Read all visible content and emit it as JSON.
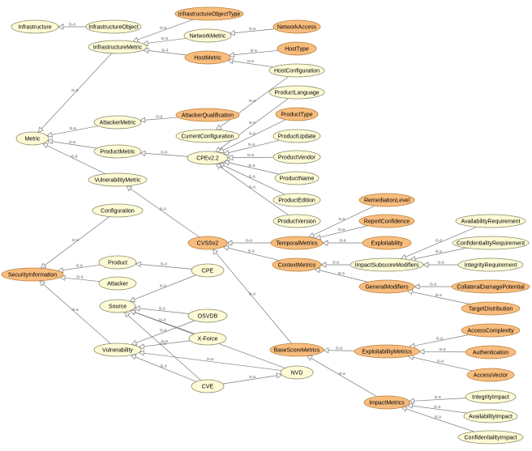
{
  "colors": {
    "class": "#fdfbd6",
    "classStroke": "#8a8a6a",
    "highlight": "#f8bd7e",
    "highlightStroke": "#b8803c",
    "edge": "#7a7a7a",
    "edgeLabel": "#666666"
  },
  "edge_label": "is-a",
  "nodes": {
    "Infrastructure": {
      "label": "Infrastructure",
      "style": "class"
    },
    "InfrastructureObject": {
      "label": "InfrastructureObject",
      "style": "class"
    },
    "InfrastructureObjectType": {
      "label": "InfrastructureObjectType",
      "style": "highlight"
    },
    "InfrastructureMetric": {
      "label": "InfrastructureMetric",
      "style": "class"
    },
    "NetworkMetric": {
      "label": "NetworkMetric",
      "style": "class"
    },
    "NetworkAccess": {
      "label": "NetworkAccess",
      "style": "highlight"
    },
    "HostMetric": {
      "label": "HostMetric",
      "style": "highlight"
    },
    "HostType": {
      "label": "HostType",
      "style": "highlight"
    },
    "HostConfiguration": {
      "label": "HostConfiguration",
      "style": "class"
    },
    "ProductLanguage": {
      "label": "ProductLanguage",
      "style": "class"
    },
    "AttackerMetric": {
      "label": "AttackerMetric",
      "style": "class"
    },
    "AttackerQualification": {
      "label": "AttackerQualification",
      "style": "highlight"
    },
    "ProductType": {
      "label": "ProductType",
      "style": "highlight"
    },
    "Metric": {
      "label": "Metric",
      "style": "class"
    },
    "CurrentConfiguration": {
      "label": "CurrentConfiguration",
      "style": "class"
    },
    "ProductUpdate": {
      "label": "ProductUpdate",
      "style": "class"
    },
    "ProductMetric": {
      "label": "ProductMetric",
      "style": "class"
    },
    "CPEv22": {
      "label": "CPEv2.2",
      "style": "class"
    },
    "ProductVendor": {
      "label": "ProductVendor",
      "style": "class"
    },
    "VulnerabilityMetric": {
      "label": "VulnerabilityMetric",
      "style": "class"
    },
    "ProductName": {
      "label": "ProductName",
      "style": "class"
    },
    "ProductEdition": {
      "label": "ProductEdition",
      "style": "class"
    },
    "RemediationLevel": {
      "label": "RemediationLevel",
      "style": "highlight"
    },
    "Configuration": {
      "label": "Configuration",
      "style": "class"
    },
    "ProductVersion": {
      "label": "ProductVersion",
      "style": "class"
    },
    "ReportConfidence": {
      "label": "ReportConfidence",
      "style": "highlight"
    },
    "AvailabilityRequirement": {
      "label": "AvailabilityRequirement",
      "style": "class"
    },
    "CVSSv2": {
      "label": "CVSSv2",
      "style": "highlight"
    },
    "TemporalMetrics": {
      "label": "TemporalMetrics",
      "style": "highlight"
    },
    "Exploitability": {
      "label": "Exploitability",
      "style": "highlight"
    },
    "ConfidentialityRequirement": {
      "label": "ConfidentialityRequirement",
      "style": "class"
    },
    "Product": {
      "label": "Product",
      "style": "class"
    },
    "CPE": {
      "label": "CPE",
      "style": "class"
    },
    "ContextMetrics": {
      "label": "ContextMetrics",
      "style": "highlight"
    },
    "ImpactSubscoreModifiers": {
      "label": "ImpactSubscoreModifiers",
      "style": "class"
    },
    "IntegrityRequirement": {
      "label": "IntegrityRequirement",
      "style": "class"
    },
    "SecurityInformation": {
      "label": "SecurityInformation",
      "style": "highlight"
    },
    "Attacker": {
      "label": "Attacker",
      "style": "class"
    },
    "GeneralModifiers": {
      "label": "GeneralModifiers",
      "style": "highlight"
    },
    "CollateralDamagePotential": {
      "label": "CollateralDamagePotential",
      "style": "highlight"
    },
    "Source": {
      "label": "Source",
      "style": "class"
    },
    "TargetDistribution": {
      "label": "TargetDistribution",
      "style": "highlight"
    },
    "OSVDB": {
      "label": "OSVDB",
      "style": "class"
    },
    "AccessComplexity": {
      "label": "AccessComplexity",
      "style": "highlight"
    },
    "XForce": {
      "label": "X-Force",
      "style": "class"
    },
    "Vulnerability": {
      "label": "Vulnerability",
      "style": "class"
    },
    "BaseScoreMetrics": {
      "label": "BaseScoreMetrics",
      "style": "highlight"
    },
    "ExploitabilityMetrics": {
      "label": "ExploitabilityMetrics",
      "style": "highlight"
    },
    "Authentication": {
      "label": "Authentication",
      "style": "highlight"
    },
    "NVD": {
      "label": "NVD",
      "style": "class"
    },
    "AccessVector": {
      "label": "AccessVector",
      "style": "highlight"
    },
    "CVE": {
      "label": "CVE",
      "style": "class"
    },
    "ImpactMetrics": {
      "label": "ImpactMetrics",
      "style": "highlight"
    },
    "IntegrityImpact": {
      "label": "IntegrityImpact",
      "style": "class"
    },
    "AvailabilityImpact": {
      "label": "AvailabilityImpact",
      "style": "class"
    },
    "ConfidentialityImpact": {
      "label": "ConfidentialityImpact",
      "style": "class"
    }
  },
  "edges": [
    [
      "InfrastructureObject",
      "Infrastructure"
    ],
    [
      "InfrastructureMetric",
      "Metric"
    ],
    [
      "NetworkMetric",
      "InfrastructureMetric"
    ],
    [
      "HostMetric",
      "InfrastructureMetric"
    ],
    [
      "InfrastructureObjectType",
      "InfrastructureMetric"
    ],
    [
      "NetworkAccess",
      "NetworkMetric"
    ],
    [
      "HostType",
      "HostMetric"
    ],
    [
      "HostConfiguration",
      "HostMetric"
    ],
    [
      "AttackerMetric",
      "Metric"
    ],
    [
      "AttackerQualification",
      "AttackerMetric"
    ],
    [
      "ProductMetric",
      "Metric"
    ],
    [
      "VulnerabilityMetric",
      "Metric"
    ],
    [
      "CPEv22",
      "ProductMetric"
    ],
    [
      "ProductLanguage",
      "CPEv22"
    ],
    [
      "ProductType",
      "CPEv22"
    ],
    [
      "ProductUpdate",
      "CPEv22"
    ],
    [
      "ProductVendor",
      "CPEv22"
    ],
    [
      "ProductName",
      "CPEv22"
    ],
    [
      "ProductEdition",
      "CPEv22"
    ],
    [
      "ProductVersion",
      "CPEv22"
    ],
    [
      "HostConfiguration",
      "CurrentConfiguration"
    ],
    [
      "CVSSv2",
      "VulnerabilityMetric"
    ],
    [
      "Configuration",
      "SecurityInformation"
    ],
    [
      "Product",
      "SecurityInformation"
    ],
    [
      "Attacker",
      "SecurityInformation"
    ],
    [
      "Vulnerability",
      "SecurityInformation"
    ],
    [
      "CPE",
      "Product"
    ],
    [
      "OSVDB",
      "Source"
    ],
    [
      "XForce",
      "Source"
    ],
    [
      "NVD",
      "Source"
    ],
    [
      "CPE",
      "Source"
    ],
    [
      "CVE",
      "Source"
    ],
    [
      "OSVDB",
      "Vulnerability"
    ],
    [
      "XForce",
      "Vulnerability"
    ],
    [
      "NVD",
      "Vulnerability"
    ],
    [
      "CVE",
      "Vulnerability"
    ],
    [
      "CVE",
      "NVD"
    ],
    [
      "TemporalMetrics",
      "CVSSv2"
    ],
    [
      "ContextMetrics",
      "CVSSv2"
    ],
    [
      "BaseScoreMetrics",
      "CVSSv2"
    ],
    [
      "RemediationLevel",
      "TemporalMetrics"
    ],
    [
      "ReportConfidence",
      "TemporalMetrics"
    ],
    [
      "Exploitability",
      "TemporalMetrics"
    ],
    [
      "ImpactSubscoreModifiers",
      "ContextMetrics"
    ],
    [
      "GeneralModifiers",
      "ContextMetrics"
    ],
    [
      "AvailabilityRequirement",
      "ImpactSubscoreModifiers"
    ],
    [
      "ConfidentialityRequirement",
      "ImpactSubscoreModifiers"
    ],
    [
      "IntegrityRequirement",
      "ImpactSubscoreModifiers"
    ],
    [
      "CollateralDamagePotential",
      "GeneralModifiers"
    ],
    [
      "TargetDistribution",
      "GeneralModifiers"
    ],
    [
      "ExploitabilityMetrics",
      "BaseScoreMetrics"
    ],
    [
      "ImpactMetrics",
      "BaseScoreMetrics"
    ],
    [
      "AccessComplexity",
      "ExploitabilityMetrics"
    ],
    [
      "Authentication",
      "ExploitabilityMetrics"
    ],
    [
      "AccessVector",
      "ExploitabilityMetrics"
    ],
    [
      "IntegrityImpact",
      "ImpactMetrics"
    ],
    [
      "AvailabilityImpact",
      "ImpactMetrics"
    ],
    [
      "ConfidentialityImpact",
      "ImpactMetrics"
    ]
  ]
}
